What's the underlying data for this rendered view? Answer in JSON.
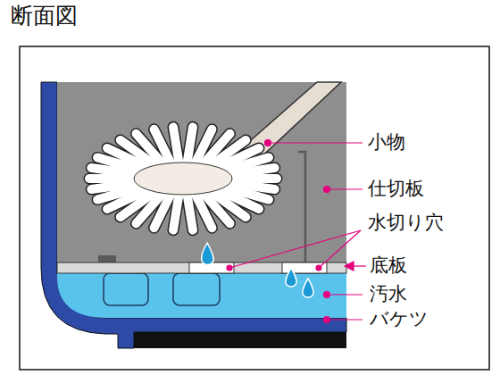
{
  "diagram": {
    "title": "断面図",
    "labels": [
      "小物",
      "仕切板",
      "水切り穴",
      "底板",
      "汚水",
      "バケツ"
    ]
  }
}
